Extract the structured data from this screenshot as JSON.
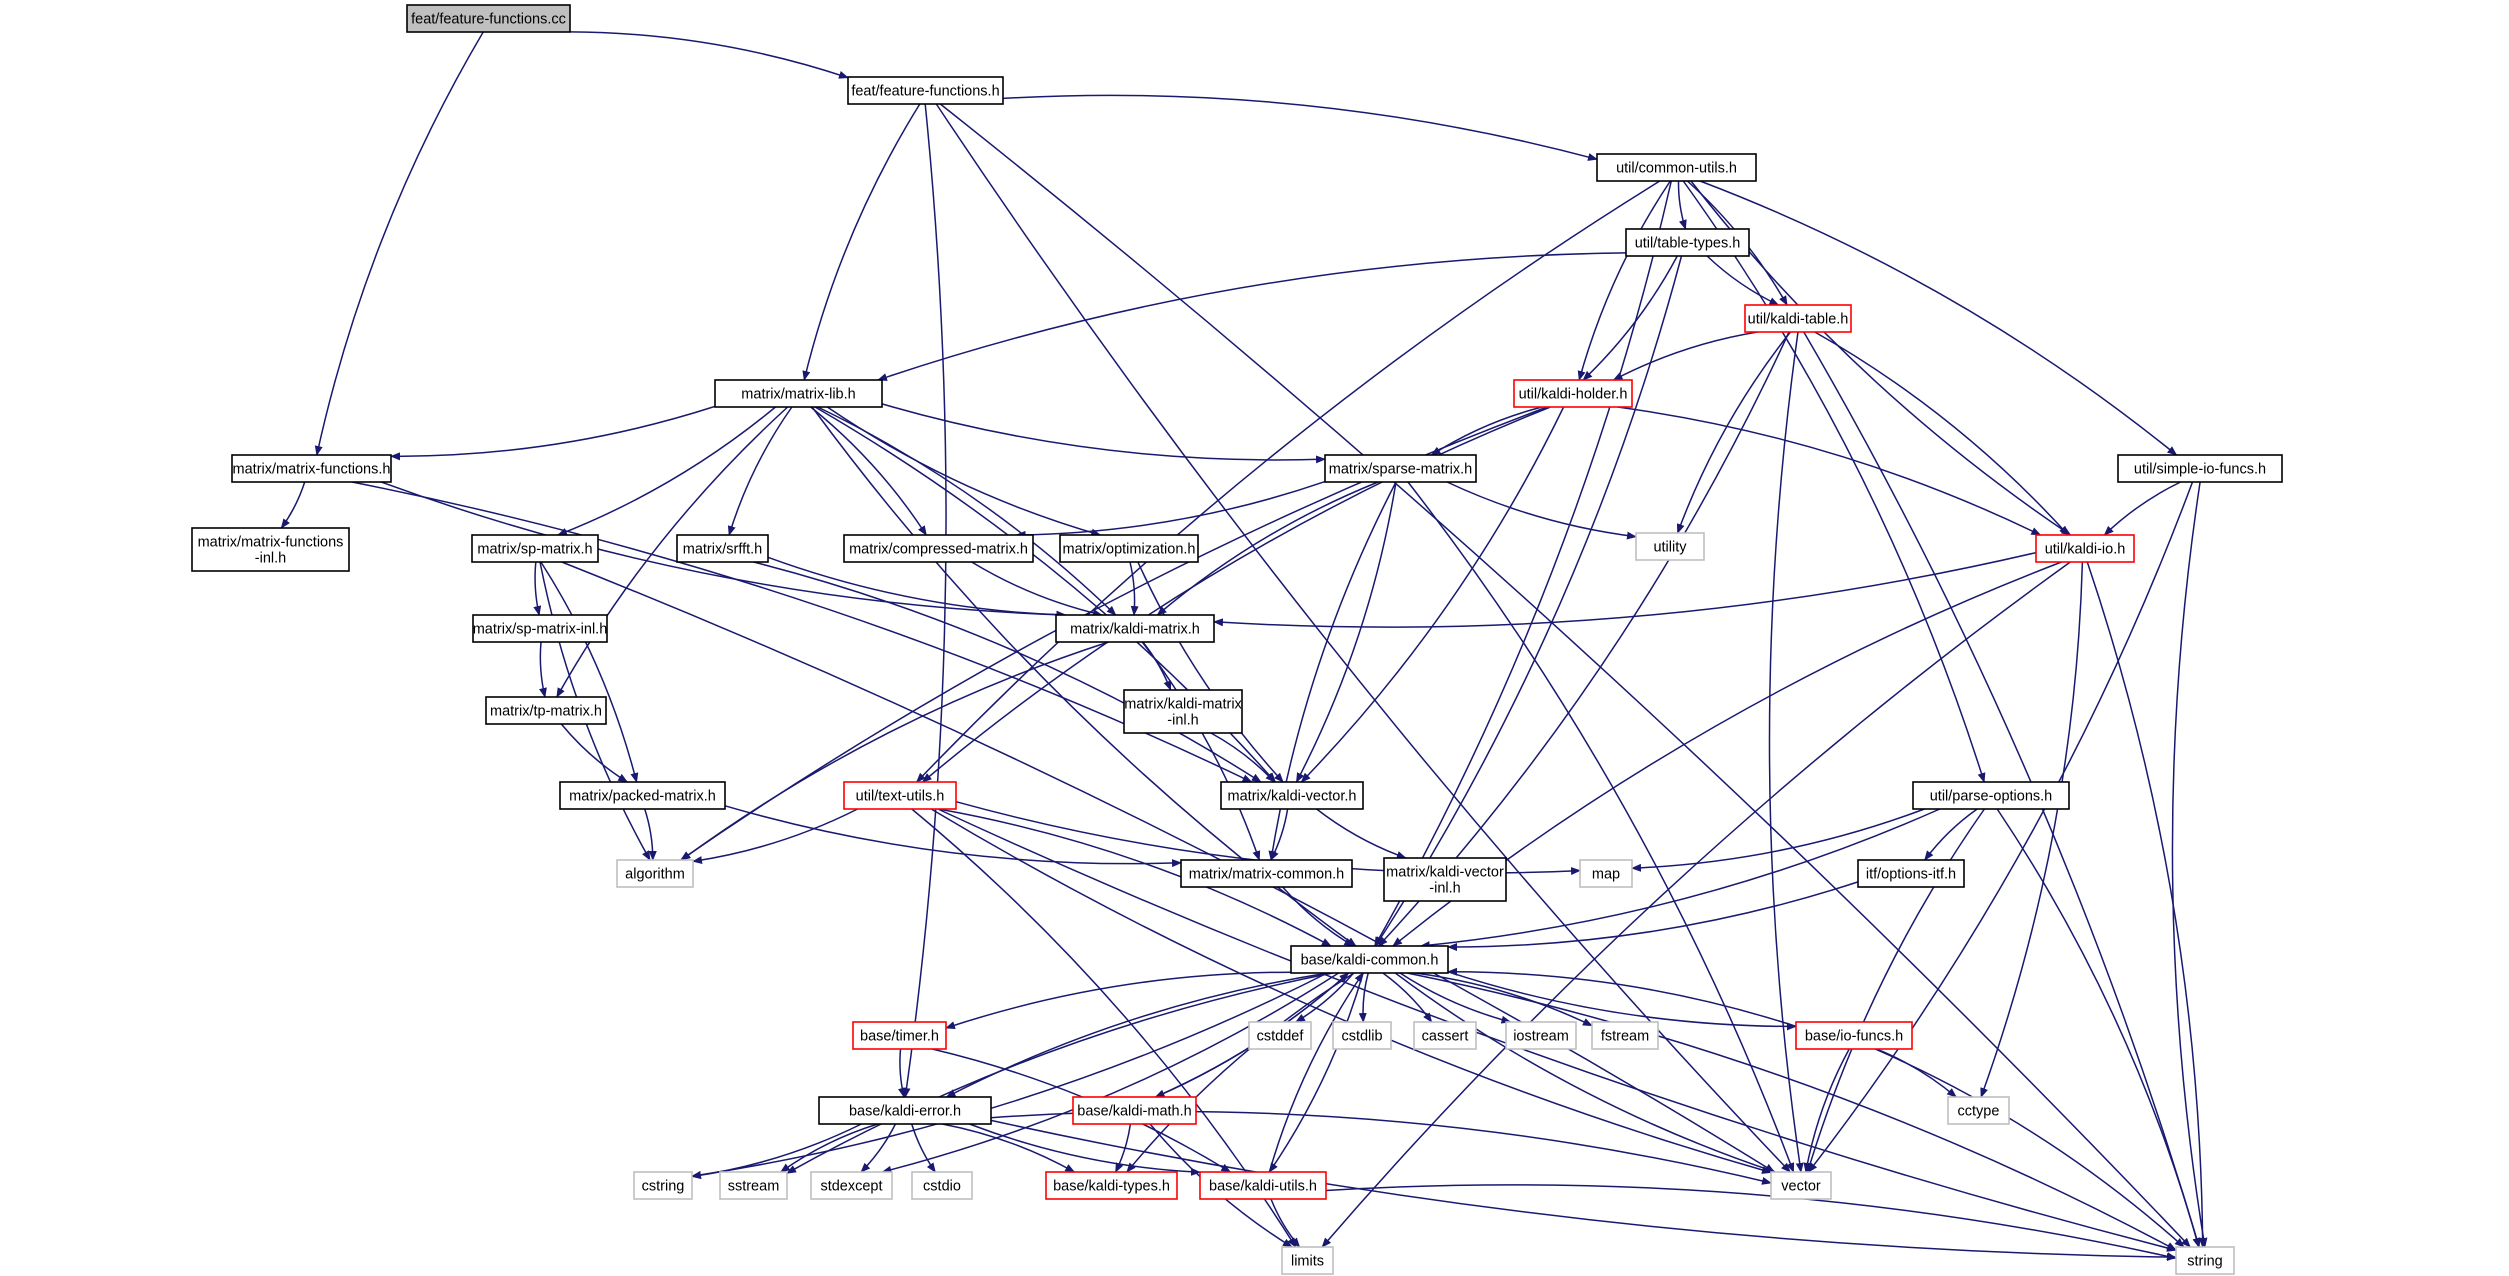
{
  "colors": {
    "edge": "#191970",
    "border_default": "#000000",
    "border_truncated": "#ff0000",
    "border_system": "#bfbfbf",
    "root_fill": "#bfbfbf",
    "node_fill": "#ffffff"
  },
  "nodes": [
    {
      "id": "n0",
      "lines": [
        "feat/feature-functions.cc"
      ],
      "style": "root"
    },
    {
      "id": "n1",
      "lines": [
        "feat/feature-functions.h"
      ],
      "style": "normal"
    },
    {
      "id": "n2",
      "lines": [
        "util/common-utils.h"
      ],
      "style": "normal"
    },
    {
      "id": "n3",
      "lines": [
        "util/table-types.h"
      ],
      "style": "normal"
    },
    {
      "id": "n4",
      "lines": [
        "util/kaldi-table.h"
      ],
      "style": "truncated"
    },
    {
      "id": "n5",
      "lines": [
        "util/kaldi-holder.h"
      ],
      "style": "truncated"
    },
    {
      "id": "n6",
      "lines": [
        "matrix/matrix-lib.h"
      ],
      "style": "normal"
    },
    {
      "id": "n7",
      "lines": [
        "matrix/matrix-functions.h"
      ],
      "style": "normal"
    },
    {
      "id": "n8",
      "lines": [
        "matrix/matrix-functions",
        "-inl.h"
      ],
      "style": "normal"
    },
    {
      "id": "n9",
      "lines": [
        "matrix/sparse-matrix.h"
      ],
      "style": "normal"
    },
    {
      "id": "n10",
      "lines": [
        "util/simple-io-funcs.h"
      ],
      "style": "normal"
    },
    {
      "id": "n11",
      "lines": [
        "util/kaldi-io.h"
      ],
      "style": "truncated"
    },
    {
      "id": "n12",
      "lines": [
        "utility"
      ],
      "style": "system"
    },
    {
      "id": "n13",
      "lines": [
        "matrix/sp-matrix.h"
      ],
      "style": "normal"
    },
    {
      "id": "n14",
      "lines": [
        "matrix/srfft.h"
      ],
      "style": "normal"
    },
    {
      "id": "n15",
      "lines": [
        "matrix/compressed-matrix.h"
      ],
      "style": "normal"
    },
    {
      "id": "n16",
      "lines": [
        "matrix/optimization.h"
      ],
      "style": "normal"
    },
    {
      "id": "n17",
      "lines": [
        "matrix/kaldi-matrix.h"
      ],
      "style": "normal"
    },
    {
      "id": "n18",
      "lines": [
        "matrix/sp-matrix-inl.h"
      ],
      "style": "normal"
    },
    {
      "id": "n19",
      "lines": [
        "matrix/kaldi-matrix",
        "-inl.h"
      ],
      "style": "normal"
    },
    {
      "id": "n20",
      "lines": [
        "matrix/tp-matrix.h"
      ],
      "style": "normal"
    },
    {
      "id": "n21",
      "lines": [
        "matrix/packed-matrix.h"
      ],
      "style": "normal"
    },
    {
      "id": "n22",
      "lines": [
        "util/text-utils.h"
      ],
      "style": "truncated"
    },
    {
      "id": "n23",
      "lines": [
        "matrix/kaldi-vector.h"
      ],
      "style": "normal"
    },
    {
      "id": "n24",
      "lines": [
        "util/parse-options.h"
      ],
      "style": "normal"
    },
    {
      "id": "n25",
      "lines": [
        "algorithm"
      ],
      "style": "system"
    },
    {
      "id": "n26",
      "lines": [
        "matrix/matrix-common.h"
      ],
      "style": "normal"
    },
    {
      "id": "n27",
      "lines": [
        "matrix/kaldi-vector",
        "-inl.h"
      ],
      "style": "normal"
    },
    {
      "id": "n28",
      "lines": [
        "map"
      ],
      "style": "system"
    },
    {
      "id": "n29",
      "lines": [
        "itf/options-itf.h"
      ],
      "style": "normal"
    },
    {
      "id": "n30",
      "lines": [
        "base/kaldi-common.h"
      ],
      "style": "normal"
    },
    {
      "id": "n31",
      "lines": [
        "base/timer.h"
      ],
      "style": "truncated"
    },
    {
      "id": "n32",
      "lines": [
        "cstddef"
      ],
      "style": "system"
    },
    {
      "id": "n33",
      "lines": [
        "cstdlib"
      ],
      "style": "system"
    },
    {
      "id": "n34",
      "lines": [
        "cassert"
      ],
      "style": "system"
    },
    {
      "id": "n35",
      "lines": [
        "iostream"
      ],
      "style": "system"
    },
    {
      "id": "n36",
      "lines": [
        "fstream"
      ],
      "style": "system"
    },
    {
      "id": "n37",
      "lines": [
        "base/io-funcs.h"
      ],
      "style": "truncated"
    },
    {
      "id": "n38",
      "lines": [
        "cctype"
      ],
      "style": "system"
    },
    {
      "id": "n39",
      "lines": [
        "base/kaldi-math.h"
      ],
      "style": "truncated"
    },
    {
      "id": "n40",
      "lines": [
        "base/kaldi-error.h"
      ],
      "style": "normal"
    },
    {
      "id": "n41",
      "lines": [
        "cstring"
      ],
      "style": "system"
    },
    {
      "id": "n42",
      "lines": [
        "sstream"
      ],
      "style": "system"
    },
    {
      "id": "n43",
      "lines": [
        "stdexcept"
      ],
      "style": "system"
    },
    {
      "id": "n44",
      "lines": [
        "cstdio"
      ],
      "style": "system"
    },
    {
      "id": "n45",
      "lines": [
        "base/kaldi-types.h"
      ],
      "style": "truncated"
    },
    {
      "id": "n46",
      "lines": [
        "base/kaldi-utils.h"
      ],
      "style": "truncated"
    },
    {
      "id": "n47",
      "lines": [
        "vector"
      ],
      "style": "system"
    },
    {
      "id": "n48",
      "lines": [
        "limits"
      ],
      "style": "system"
    },
    {
      "id": "n49",
      "lines": [
        "string"
      ],
      "style": "system"
    }
  ],
  "edges": [
    [
      "n0",
      "n1"
    ],
    [
      "n0",
      "n7"
    ],
    [
      "n1",
      "n2"
    ],
    [
      "n1",
      "n6"
    ],
    [
      "n1",
      "n40"
    ],
    [
      "n1",
      "n47"
    ],
    [
      "n1",
      "n49"
    ],
    [
      "n2",
      "n3"
    ],
    [
      "n2",
      "n4"
    ],
    [
      "n2",
      "n5"
    ],
    [
      "n2",
      "n10"
    ],
    [
      "n2",
      "n11"
    ],
    [
      "n2",
      "n24"
    ],
    [
      "n2",
      "n22"
    ],
    [
      "n2",
      "n30"
    ],
    [
      "n3",
      "n4"
    ],
    [
      "n3",
      "n5"
    ],
    [
      "n3",
      "n6"
    ],
    [
      "n3",
      "n30"
    ],
    [
      "n4",
      "n5"
    ],
    [
      "n4",
      "n11"
    ],
    [
      "n4",
      "n12"
    ],
    [
      "n4",
      "n30"
    ],
    [
      "n4",
      "n47"
    ],
    [
      "n4",
      "n49"
    ],
    [
      "n5",
      "n9"
    ],
    [
      "n5",
      "n11"
    ],
    [
      "n5",
      "n22"
    ],
    [
      "n5",
      "n23"
    ],
    [
      "n5",
      "n25"
    ],
    [
      "n6",
      "n7"
    ],
    [
      "n6",
      "n9"
    ],
    [
      "n6",
      "n13"
    ],
    [
      "n6",
      "n14"
    ],
    [
      "n6",
      "n15"
    ],
    [
      "n6",
      "n16"
    ],
    [
      "n6",
      "n17"
    ],
    [
      "n6",
      "n20"
    ],
    [
      "n6",
      "n23"
    ],
    [
      "n6",
      "n30"
    ],
    [
      "n7",
      "n8"
    ],
    [
      "n7",
      "n17"
    ],
    [
      "n7",
      "n23"
    ],
    [
      "n9",
      "n12"
    ],
    [
      "n9",
      "n15"
    ],
    [
      "n9",
      "n17"
    ],
    [
      "n9",
      "n23"
    ],
    [
      "n9",
      "n26"
    ],
    [
      "n9",
      "n47"
    ],
    [
      "n10",
      "n11"
    ],
    [
      "n10",
      "n47"
    ],
    [
      "n10",
      "n49"
    ],
    [
      "n11",
      "n17"
    ],
    [
      "n11",
      "n30"
    ],
    [
      "n11",
      "n38"
    ],
    [
      "n11",
      "n48"
    ],
    [
      "n11",
      "n49"
    ],
    [
      "n13",
      "n18"
    ],
    [
      "n13",
      "n21"
    ],
    [
      "n13",
      "n25"
    ],
    [
      "n13",
      "n47"
    ],
    [
      "n14",
      "n17"
    ],
    [
      "n14",
      "n23"
    ],
    [
      "n15",
      "n17"
    ],
    [
      "n16",
      "n17"
    ],
    [
      "n16",
      "n23"
    ],
    [
      "n17",
      "n19"
    ],
    [
      "n17",
      "n25"
    ],
    [
      "n17",
      "n26"
    ],
    [
      "n18",
      "n20"
    ],
    [
      "n19",
      "n23"
    ],
    [
      "n20",
      "n21"
    ],
    [
      "n21",
      "n25"
    ],
    [
      "n21",
      "n26"
    ],
    [
      "n22",
      "n25"
    ],
    [
      "n22",
      "n28"
    ],
    [
      "n22",
      "n30"
    ],
    [
      "n22",
      "n47"
    ],
    [
      "n22",
      "n48"
    ],
    [
      "n22",
      "n49"
    ],
    [
      "n23",
      "n26"
    ],
    [
      "n23",
      "n27"
    ],
    [
      "n24",
      "n28"
    ],
    [
      "n24",
      "n29"
    ],
    [
      "n24",
      "n30"
    ],
    [
      "n24",
      "n47"
    ],
    [
      "n24",
      "n49"
    ],
    [
      "n26",
      "n30"
    ],
    [
      "n29",
      "n30"
    ],
    [
      "n30",
      "n31"
    ],
    [
      "n30",
      "n32"
    ],
    [
      "n30",
      "n33"
    ],
    [
      "n30",
      "n34"
    ],
    [
      "n30",
      "n35"
    ],
    [
      "n30",
      "n36"
    ],
    [
      "n30",
      "n37"
    ],
    [
      "n30",
      "n39"
    ],
    [
      "n30",
      "n40"
    ],
    [
      "n30",
      "n41"
    ],
    [
      "n30",
      "n42"
    ],
    [
      "n30",
      "n43"
    ],
    [
      "n30",
      "n45"
    ],
    [
      "n30",
      "n46"
    ],
    [
      "n30",
      "n47"
    ],
    [
      "n30",
      "n49"
    ],
    [
      "n31",
      "n40"
    ],
    [
      "n31",
      "n46"
    ],
    [
      "n37",
      "n30"
    ],
    [
      "n37",
      "n38"
    ],
    [
      "n37",
      "n47"
    ],
    [
      "n37",
      "n49"
    ],
    [
      "n39",
      "n30"
    ],
    [
      "n39",
      "n45"
    ],
    [
      "n39",
      "n48"
    ],
    [
      "n40",
      "n41"
    ],
    [
      "n40",
      "n42"
    ],
    [
      "n40",
      "n43"
    ],
    [
      "n40",
      "n44"
    ],
    [
      "n40",
      "n45"
    ],
    [
      "n40",
      "n46"
    ],
    [
      "n40",
      "n47"
    ],
    [
      "n40",
      "n49"
    ],
    [
      "n46",
      "n30"
    ],
    [
      "n46",
      "n48"
    ],
    [
      "n46",
      "n49"
    ]
  ]
}
